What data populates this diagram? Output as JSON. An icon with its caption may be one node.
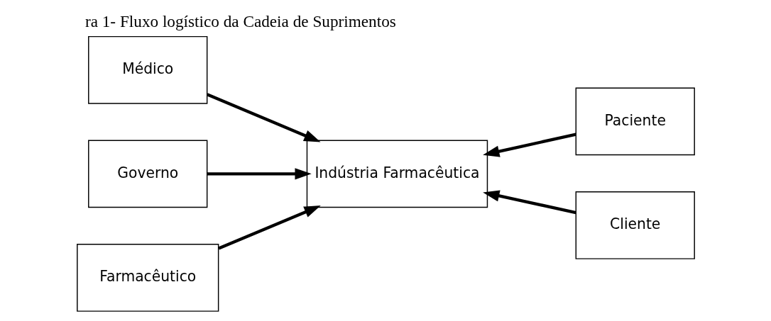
{
  "diagram": {
    "title": "ra 1- Fluxo logístico da Cadeia de Suprimentos",
    "nodes": [
      {
        "text": [
          "Médico"
        ]
      },
      {
        "text": [
          "Governo"
        ]
      },
      {
        "text": [
          "Paciente"
        ]
      },
      {
        "text": [
          "Indústria Farmacêutica"
        ]
      },
      {
        "text": [
          "Farmacêutico"
        ]
      },
      {
        "text": [
          "Cliente"
        ]
      }
    ],
    "edges": [
      {
        "from": 0,
        "to": 3,
        "arrow": "to"
      },
      {
        "from": 1,
        "to": 3,
        "arrow": "to"
      },
      {
        "from": 2,
        "to": 3,
        "arrow": "to"
      },
      {
        "from": 4,
        "to": 3,
        "arrow": "to"
      },
      {
        "from": 5,
        "to": 3,
        "arrow": "to"
      }
    ]
  }
}
